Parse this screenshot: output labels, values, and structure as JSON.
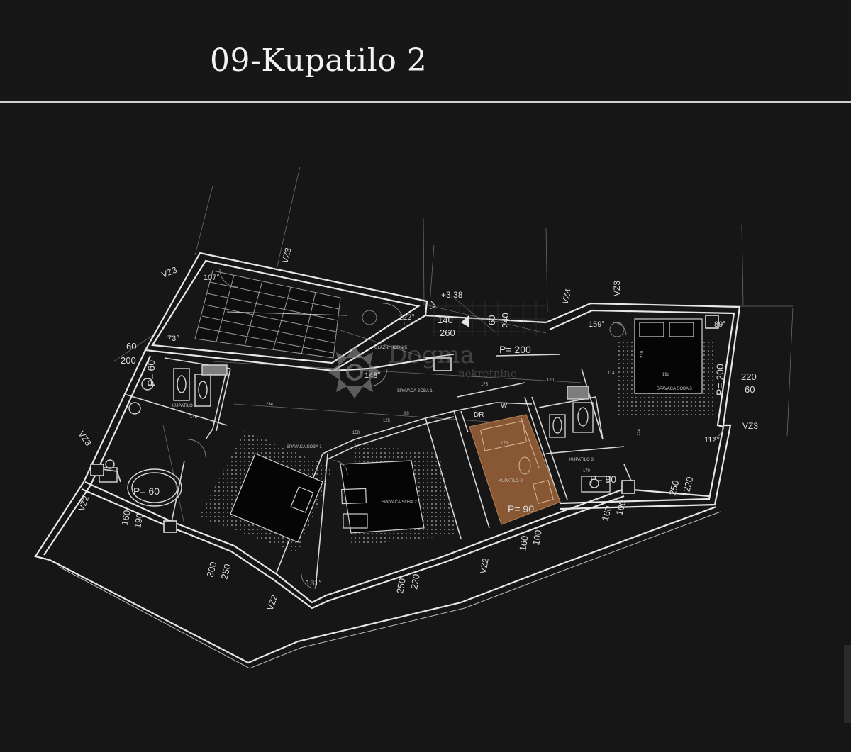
{
  "header": {
    "title": "09-Kupatilo 2"
  },
  "watermark": {
    "brand": "Dogma",
    "sub": "nekretnine"
  },
  "plan": {
    "rooms": {
      "entrance": "ULAZNI HODNIK",
      "bedroom1_top": "SPAVAĆA SOBA 1",
      "bedroom1": "SPAVAĆA SOBA 1",
      "bedroom2": "SPAVAĆA SOBA 2",
      "bedroom3": "SPAVAĆA SOBA 3",
      "bathroom1": "KUPATILO 1",
      "bathroom2": "KUPATILO 2",
      "bathroom3": "KUPATILO 3",
      "dr": "DR",
      "w": "W"
    },
    "window_tags": {
      "vz3_left_top": "VZ3",
      "vz3_top": "VZ3",
      "vz3_left": "VZ3",
      "vz3_right_top": "VZ3",
      "vz3_right": "VZ3",
      "vz4": "VZ4",
      "vz2_left": "VZ2",
      "vz2_mid": "VZ2",
      "vz2_bottom": "VZ2"
    },
    "angles": {
      "a107": "107°",
      "a73": "73°",
      "a122": "122°",
      "a148": "148°",
      "a159": "159°",
      "a89": "89°",
      "a112": "112°",
      "a131": "131°"
    },
    "areas": {
      "p60_a": "P= 60",
      "p60_b": "P= 60",
      "p200_a": "P= 200",
      "p200_b": "P= 200",
      "p90_a": "P= 90",
      "p90_b": "P= 90"
    },
    "level": "+3,38",
    "dims": {
      "d140": "140",
      "d260": "260",
      "d60_top": "60",
      "d240": "240",
      "d60_left": "60",
      "d200_left": "200",
      "d220_right": "220",
      "d60_right": "60",
      "d250_right": "250",
      "d220_right2": "220",
      "d160_r": "160",
      "d100_r": "100",
      "d100_b": "100",
      "d160_b": "160",
      "d250_b": "250",
      "d220_b": "220",
      "d300": "300",
      "d250_l": "250",
      "d160_l": "160",
      "d190_l": "190",
      "s145": "145",
      "s234": "234",
      "s175": "175",
      "s170": "170",
      "s90": "90",
      "s150": "150",
      "s125": "125",
      "s114": "114",
      "s19": "19o",
      "s170b": "170",
      "s210": "210",
      "s224": "224",
      "s175b": "175"
    }
  },
  "colors": {
    "background": "#161616",
    "walls": "#e6e6e6",
    "highlight": "#8f5b35",
    "rule": "#cfcfcf"
  }
}
